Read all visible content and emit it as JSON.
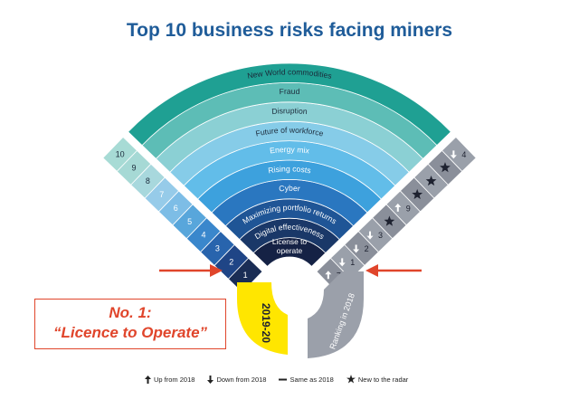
{
  "title": "Top 10 business risks facing miners",
  "risks": [
    {
      "rank": 1,
      "label_lines": [
        "License to",
        "operate"
      ],
      "move": "up",
      "move_value": "7"
    },
    {
      "rank": 2,
      "label": "Digital effectiveness",
      "move": "down",
      "move_value": "1"
    },
    {
      "rank": 3,
      "label": "Maximizing portfolio returns",
      "move": "down",
      "move_value": "2"
    },
    {
      "rank": 4,
      "label": "Cyber",
      "move": "down",
      "move_value": "3"
    },
    {
      "rank": 5,
      "label": "Rising costs",
      "move": "new",
      "move_value": ""
    },
    {
      "rank": 6,
      "label": "Energy mix",
      "move": "up",
      "move_value": "9"
    },
    {
      "rank": 7,
      "label": "Future of workforce",
      "move": "new",
      "move_value": ""
    },
    {
      "rank": 8,
      "label": "Disruption",
      "move": "new",
      "move_value": ""
    },
    {
      "rank": 9,
      "label": "Fraud",
      "move": "new",
      "move_value": ""
    },
    {
      "rank": 10,
      "label": "New World commodities",
      "move": "down",
      "move_value": "4"
    }
  ],
  "year_label": "2019-20",
  "ranking_label": "Ranking in 2018",
  "callout": {
    "line1": "No. 1:",
    "line2": "“Licence to Operate”"
  },
  "legend": {
    "up": "Up from 2018",
    "down": "Down from 2018",
    "same": "Same as 2018",
    "new": "New to the radar"
  },
  "colors": {
    "band_colors": [
      "#152245",
      "#1a3868",
      "#1f5596",
      "#2a77c0",
      "#3da1dd",
      "#62bde9",
      "#86cce8",
      "#8bd0d4",
      "#5dbdb6",
      "#1fa093"
    ],
    "rank_strip": [
      "#1a2d55",
      "#1f4586",
      "#2864ad",
      "#3a87cc",
      "#58a6db",
      "#7dbde6",
      "#96cbe9",
      "#a8d8dd",
      "#a6d9d5",
      "#a7dbd5"
    ],
    "ranking_strip": "#8a8f9a",
    "yellow": "#ffe600",
    "arrow_red": "#e0452b",
    "title": "#1f5c99"
  }
}
